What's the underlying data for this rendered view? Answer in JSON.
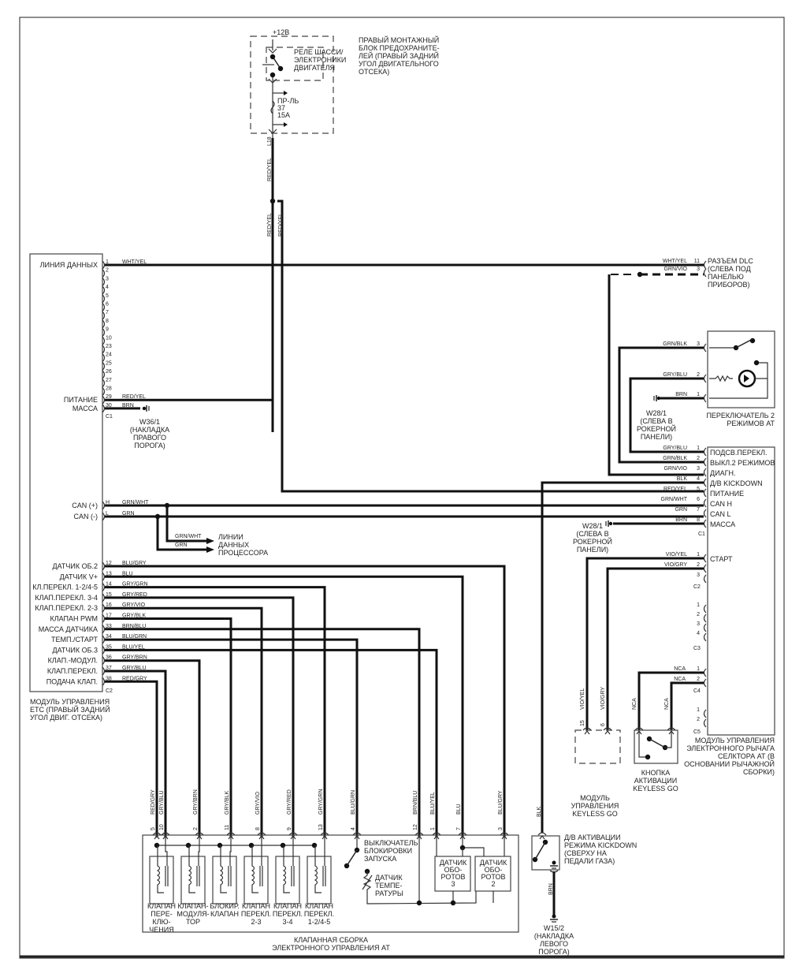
{
  "diagram": {
    "title": "ETC wiring diagram",
    "fuse_block": {
      "supply": "+12В",
      "relay_label": [
        "РЕЛЕ ШАССИ/",
        "ЭЛЕКТРОНИКИ",
        "ДВИГАТЕЛЯ"
      ],
      "block_label": [
        "ПРАВЫЙ МОНТАЖНЫЙ",
        "БЛОК ПРЕДОХРАНИТЕ-",
        "ЛЕЙ (ПРАВЫЙ ЗАДНИЙ",
        "УГОЛ ДВИГАТЕЛЬНОГО",
        "ОТСЕКА)"
      ],
      "fuse_label": [
        "ПР-ЛЬ",
        "37",
        "15A"
      ],
      "out_pin": "L18",
      "wire_color": "RED/YEL"
    },
    "etc_module": {
      "label": [
        "МОДУЛЬ УПРАВЛЕНИЯ",
        "ЕТС (ПРАВЫЙ ЗАДНИЙ",
        "УГОЛ ДВИГ. ОТСЕКА)"
      ],
      "c1_pins": [
        {
          "pin": "1",
          "name": "ЛИНИЯ ДАННЫХ",
          "wire": "WHT/YEL"
        },
        {
          "pin": "2",
          "name": "",
          "wire": ""
        },
        {
          "pin": "3",
          "name": "",
          "wire": ""
        },
        {
          "pin": "4",
          "name": "",
          "wire": ""
        },
        {
          "pin": "5",
          "name": "",
          "wire": ""
        },
        {
          "pin": "6",
          "name": "",
          "wire": ""
        },
        {
          "pin": "7",
          "name": "",
          "wire": ""
        },
        {
          "pin": "8",
          "name": "",
          "wire": ""
        },
        {
          "pin": "9",
          "name": "",
          "wire": ""
        },
        {
          "pin": "10",
          "name": "",
          "wire": ""
        },
        {
          "pin": "23",
          "name": "",
          "wire": ""
        },
        {
          "pin": "24",
          "name": "",
          "wire": ""
        },
        {
          "pin": "25",
          "name": "",
          "wire": ""
        },
        {
          "pin": "26",
          "name": "",
          "wire": ""
        },
        {
          "pin": "27",
          "name": "",
          "wire": ""
        },
        {
          "pin": "28",
          "name": "",
          "wire": ""
        },
        {
          "pin": "29",
          "name": "ПИТАНИЕ",
          "wire": "RED/YEL"
        },
        {
          "pin": "30",
          "name": "МАССА",
          "wire": "BRN"
        }
      ],
      "c1_label": "C1",
      "ground1": [
        "W36/1",
        "(НАКЛАДКА",
        "ПРАВОГО",
        "ПОРОГА)"
      ],
      "can_pins": [
        {
          "pin": "H",
          "name": "CAN (+)",
          "wire": "GRN/WHT"
        },
        {
          "pin": "L",
          "name": "CAN (-)",
          "wire": "GRN"
        }
      ],
      "processor_lines": {
        "wires": [
          "GRN/WHT",
          "GRN"
        ],
        "label": [
          "ЛИНИИ",
          "ДАННЫХ",
          "ПРОЦЕССОРА"
        ]
      },
      "c2_pins": [
        {
          "pin": "12",
          "name": "ДАТЧИК ОБ.2",
          "wire": "BLU/GRY"
        },
        {
          "pin": "13",
          "name": "ДАТЧИК V+",
          "wire": "BLU"
        },
        {
          "pin": "14",
          "name": "КЛ.ПЕРЕКЛ. 1-2/4-5",
          "wire": "GRY/GRN"
        },
        {
          "pin": "15",
          "name": "КЛАП.ПЕРЕКЛ. 3-4",
          "wire": "GRY/RED"
        },
        {
          "pin": "16",
          "name": "КЛАП.ПЕРЕКЛ. 2-3",
          "wire": "GRY/VIO"
        },
        {
          "pin": "17",
          "name": "КЛАПАН PWM",
          "wire": "GRY/BLK"
        },
        {
          "pin": "33",
          "name": "МАССА ДАТЧИКА",
          "wire": "BRN/BLU"
        },
        {
          "pin": "34",
          "name": "ТЕМП./СТАРТ",
          "wire": "BLU/GRN"
        },
        {
          "pin": "35",
          "name": "ДАТЧИК ОБ.3",
          "wire": "BLU/YEL"
        },
        {
          "pin": "36",
          "name": "КЛАП.-МОДУЛ.",
          "wire": "GRY/BRN"
        },
        {
          "pin": "37",
          "name": "КЛАП.ПЕРЕКЛ.",
          "wire": "GRY/BLU"
        },
        {
          "pin": "38",
          "name": "ПОДАЧА КЛАП.",
          "wire": "RED/GRY"
        }
      ],
      "c2_label": "C2"
    },
    "dlc": {
      "label": [
        "РАЗЪЕМ DLC",
        "(СЛЕВА ПОД",
        "ПАНЕЛЬЮ",
        "ПРИБОРОВ)"
      ],
      "pins": [
        {
          "pin": "11",
          "wire": "WHT/YEL"
        },
        {
          "pin": "3",
          "wire": "GRN/VIO"
        }
      ]
    },
    "mode_switch": {
      "label": [
        "ПЕРЕКЛЮЧАТЕЛЬ 2",
        "РЕЖИМОВ АТ"
      ],
      "pins": [
        {
          "pin": "3",
          "wire": "GRN/BLK"
        },
        {
          "pin": "2",
          "wire": "GRY/BLU"
        },
        {
          "pin": "1",
          "wire": "BRN"
        }
      ],
      "ground": [
        "W28/1",
        "(СЛЕВА В",
        "РОКЕРНОЙ",
        "ПАНЕЛИ)"
      ]
    },
    "selector_module": {
      "label": [
        "МОДУЛЬ УПРАВЛЕНИЯ",
        "ЭЛЕКТРОННОГО РЫЧАГА",
        "СЕЛКТОРА АТ (В",
        "ОСНОВАНИИ РЫЧАЖНОЙ",
        "СБОРКИ)"
      ],
      "c1_pins": [
        {
          "pin": "1",
          "name": "ПОДСВ.ПЕРЕКЛ.",
          "wire": "GRY/BLU"
        },
        {
          "pin": "2",
          "name": "ВЫКЛ.2 РЕЖИМОВ",
          "wire": "GRN/BLK"
        },
        {
          "pin": "3",
          "name": "ДИАГН.",
          "wire": "GRN/VIO"
        },
        {
          "pin": "4",
          "name": "Д/В KICKDOWN",
          "wire": "BLK"
        },
        {
          "pin": "5",
          "name": "ПИТАНИЕ",
          "wire": "RED/YEL"
        },
        {
          "pin": "6",
          "name": "CAN H",
          "wire": "GRN/WHT"
        },
        {
          "pin": "7",
          "name": "CAN L",
          "wire": "GRN"
        },
        {
          "pin": "8",
          "name": "МАССА",
          "wire": "BRN"
        }
      ],
      "c1_label": "C1",
      "ground": [
        "W28/1",
        "(СЛЕВА В",
        "РОКЕРНОЙ",
        "ПАНЕЛИ)"
      ],
      "c2_pins": [
        {
          "pin": "1",
          "name": "СТАРТ",
          "wire": "VIO/YEL"
        },
        {
          "pin": "2",
          "name": "",
          "wire": "VIO/GRY"
        },
        {
          "pin": "3",
          "name": "",
          "wire": ""
        }
      ],
      "c2_label": "C2",
      "c3_pins": [
        "1",
        "2",
        "3",
        "4"
      ],
      "c3_label": "C3",
      "c4_pins": [
        {
          "pin": "1",
          "wire": "NCA"
        },
        {
          "pin": "2",
          "wire": "NCA"
        }
      ],
      "c4_label": "C4",
      "c5_pins": [
        "1",
        "2"
      ],
      "c5_label": "C5"
    },
    "keyless_module": {
      "label": [
        "МОДУЛЬ",
        "УПРАВЛЕНИЯ",
        "KEYLESS GO"
      ],
      "pins": [
        {
          "pin": "15",
          "wire": "VIO/YEL"
        },
        {
          "pin": "6",
          "wire": "VIO/GRY"
        }
      ]
    },
    "keyless_button": {
      "label": [
        "КНОПКА",
        "АКТИВАЦИИ",
        "KEYLESS GO"
      ],
      "wires": [
        "NCA",
        "NCA"
      ]
    },
    "kickdown_switch": {
      "label": [
        "Д/В АКТИВАЦИИ",
        "РЕЖИМА KICKDOWN",
        "(СВЕРХУ НА",
        "ПЕДАЛИ ГАЗА)"
      ],
      "wire_in": "BLK",
      "wire_out": "BRN",
      "ground": [
        "W15/2",
        "(НАКЛАДКА",
        "ЛЕВОГО",
        "ПОРОГА)"
      ]
    },
    "valve_assembly": {
      "label": [
        "КЛАПАННАЯ СБОРКА",
        "ЭЛЕКТРОННОГО УПРАВЛЕНИЯ АТ"
      ],
      "pins": [
        {
          "pin": "5",
          "wire": "RED/GRY"
        },
        {
          "pin": "10",
          "wire": "GRY/BLU"
        },
        {
          "pin": "2",
          "wire": "GRY/BRN"
        },
        {
          "pin": "11",
          "wire": "GRY/BLK"
        },
        {
          "pin": "8",
          "wire": "GRY/VIO"
        },
        {
          "pin": "9",
          "wire": "GRY/RED"
        },
        {
          "pin": "13",
          "wire": "GRY/GRN"
        },
        {
          "pin": "4",
          "wire": "BLU/GRN"
        },
        {
          "pin": "12",
          "wire": "BRN/BLU"
        },
        {
          "pin": "1",
          "wire": "BLU/YEL"
        },
        {
          "pin": "7",
          "wire": "BLU"
        },
        {
          "pin": "3",
          "wire": "BLU/GRY"
        }
      ],
      "valves": [
        [
          "КЛАПАН",
          "ПЕРЕ-",
          "КЛЮ-",
          "ЧЕНИЯ"
        ],
        [
          "КЛАПАН-",
          "МОДУЛЯ-",
          "ТОР"
        ],
        [
          "БЛОКИР.",
          "КЛАПАН"
        ],
        [
          "КЛАПАН",
          "ПЕРЕКЛ.",
          "2-3"
        ],
        [
          "КЛАПАН",
          "ПЕРЕКЛ.",
          "3-4"
        ],
        [
          "КЛАПАН",
          "ПЕРЕКЛ.",
          "1-2/4-5"
        ]
      ],
      "start_switch": [
        "ВЫКЛЮЧАТЕЛЬ",
        "БЛОКИРОВКИ",
        "ЗАПУСКА"
      ],
      "temp_sensor": [
        "ДАТЧИК",
        "ТЕМПЕ-",
        "РАТУРЫ"
      ],
      "speed_sensor3": [
        "ДАТЧИК",
        "ОБО-",
        "РОТОВ",
        "3"
      ],
      "speed_sensor2": [
        "ДАТЧИК",
        "ОБО-",
        "РОТОВ",
        "2"
      ]
    }
  }
}
